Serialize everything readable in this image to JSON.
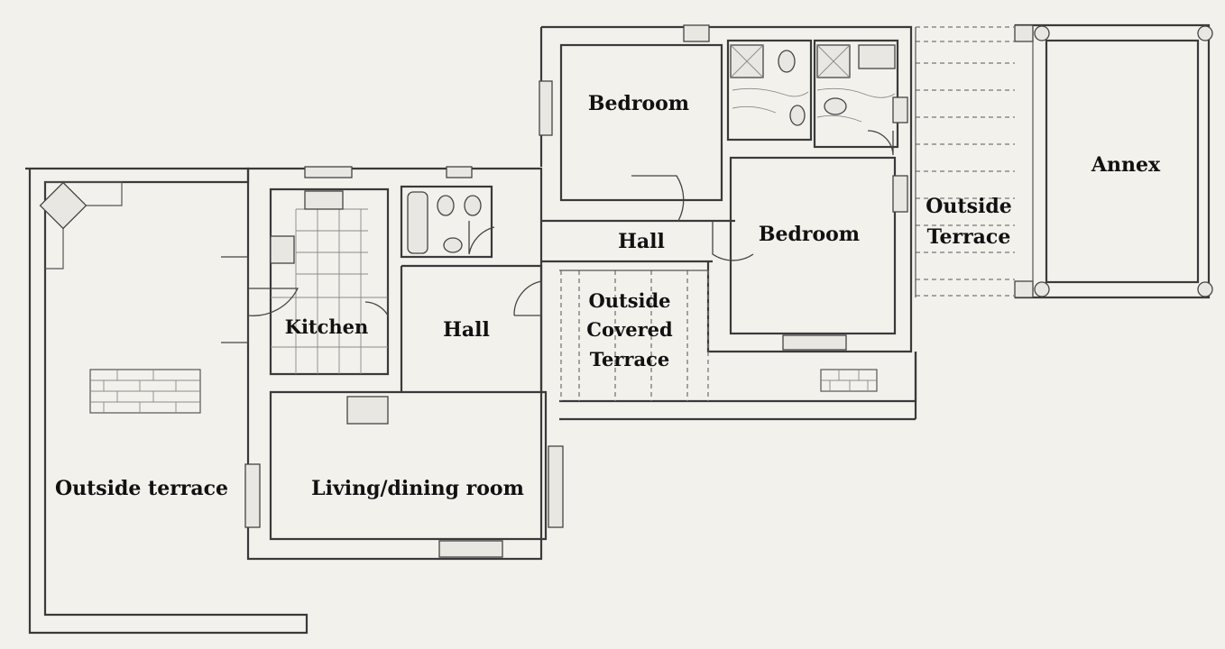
{
  "rooms": {
    "bedroom_top": "Bedroom",
    "bedroom_right": "Bedroom",
    "annex": "Annex",
    "outside_terrace_right_line1": "Outside",
    "outside_terrace_right_line2": "Terrace",
    "hall_upper": "Hall",
    "hall_lower": "Hall",
    "kitchen": "Kitchen",
    "covered_line1": "Outside",
    "covered_line2": "Covered",
    "covered_line3": "Terrace",
    "outside_terrace_left": "Outside terrace",
    "living_dining": "Living/dining room"
  }
}
